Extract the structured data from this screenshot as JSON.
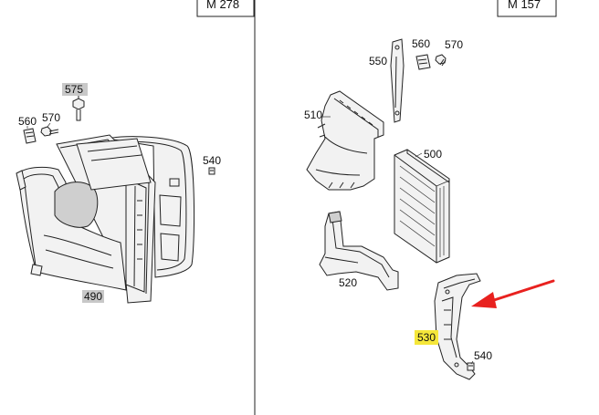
{
  "panels": {
    "left": {
      "model_label": "M 278"
    },
    "right": {
      "model_label": "M 157"
    }
  },
  "parts": {
    "p575": "575",
    "p560_left": "560",
    "p570_left": "570",
    "p540_left": "540",
    "p490": "490",
    "p550": "550",
    "p560_right": "560",
    "p570_right": "570",
    "p510": "510",
    "p500": "500",
    "p520": "520",
    "p530": "530",
    "p540_right": "540"
  },
  "colors": {
    "gray_highlight": "#c8c8c8",
    "yellow_highlight": "#f5e73a",
    "arrow": "#e8211f",
    "line": "#222222"
  }
}
